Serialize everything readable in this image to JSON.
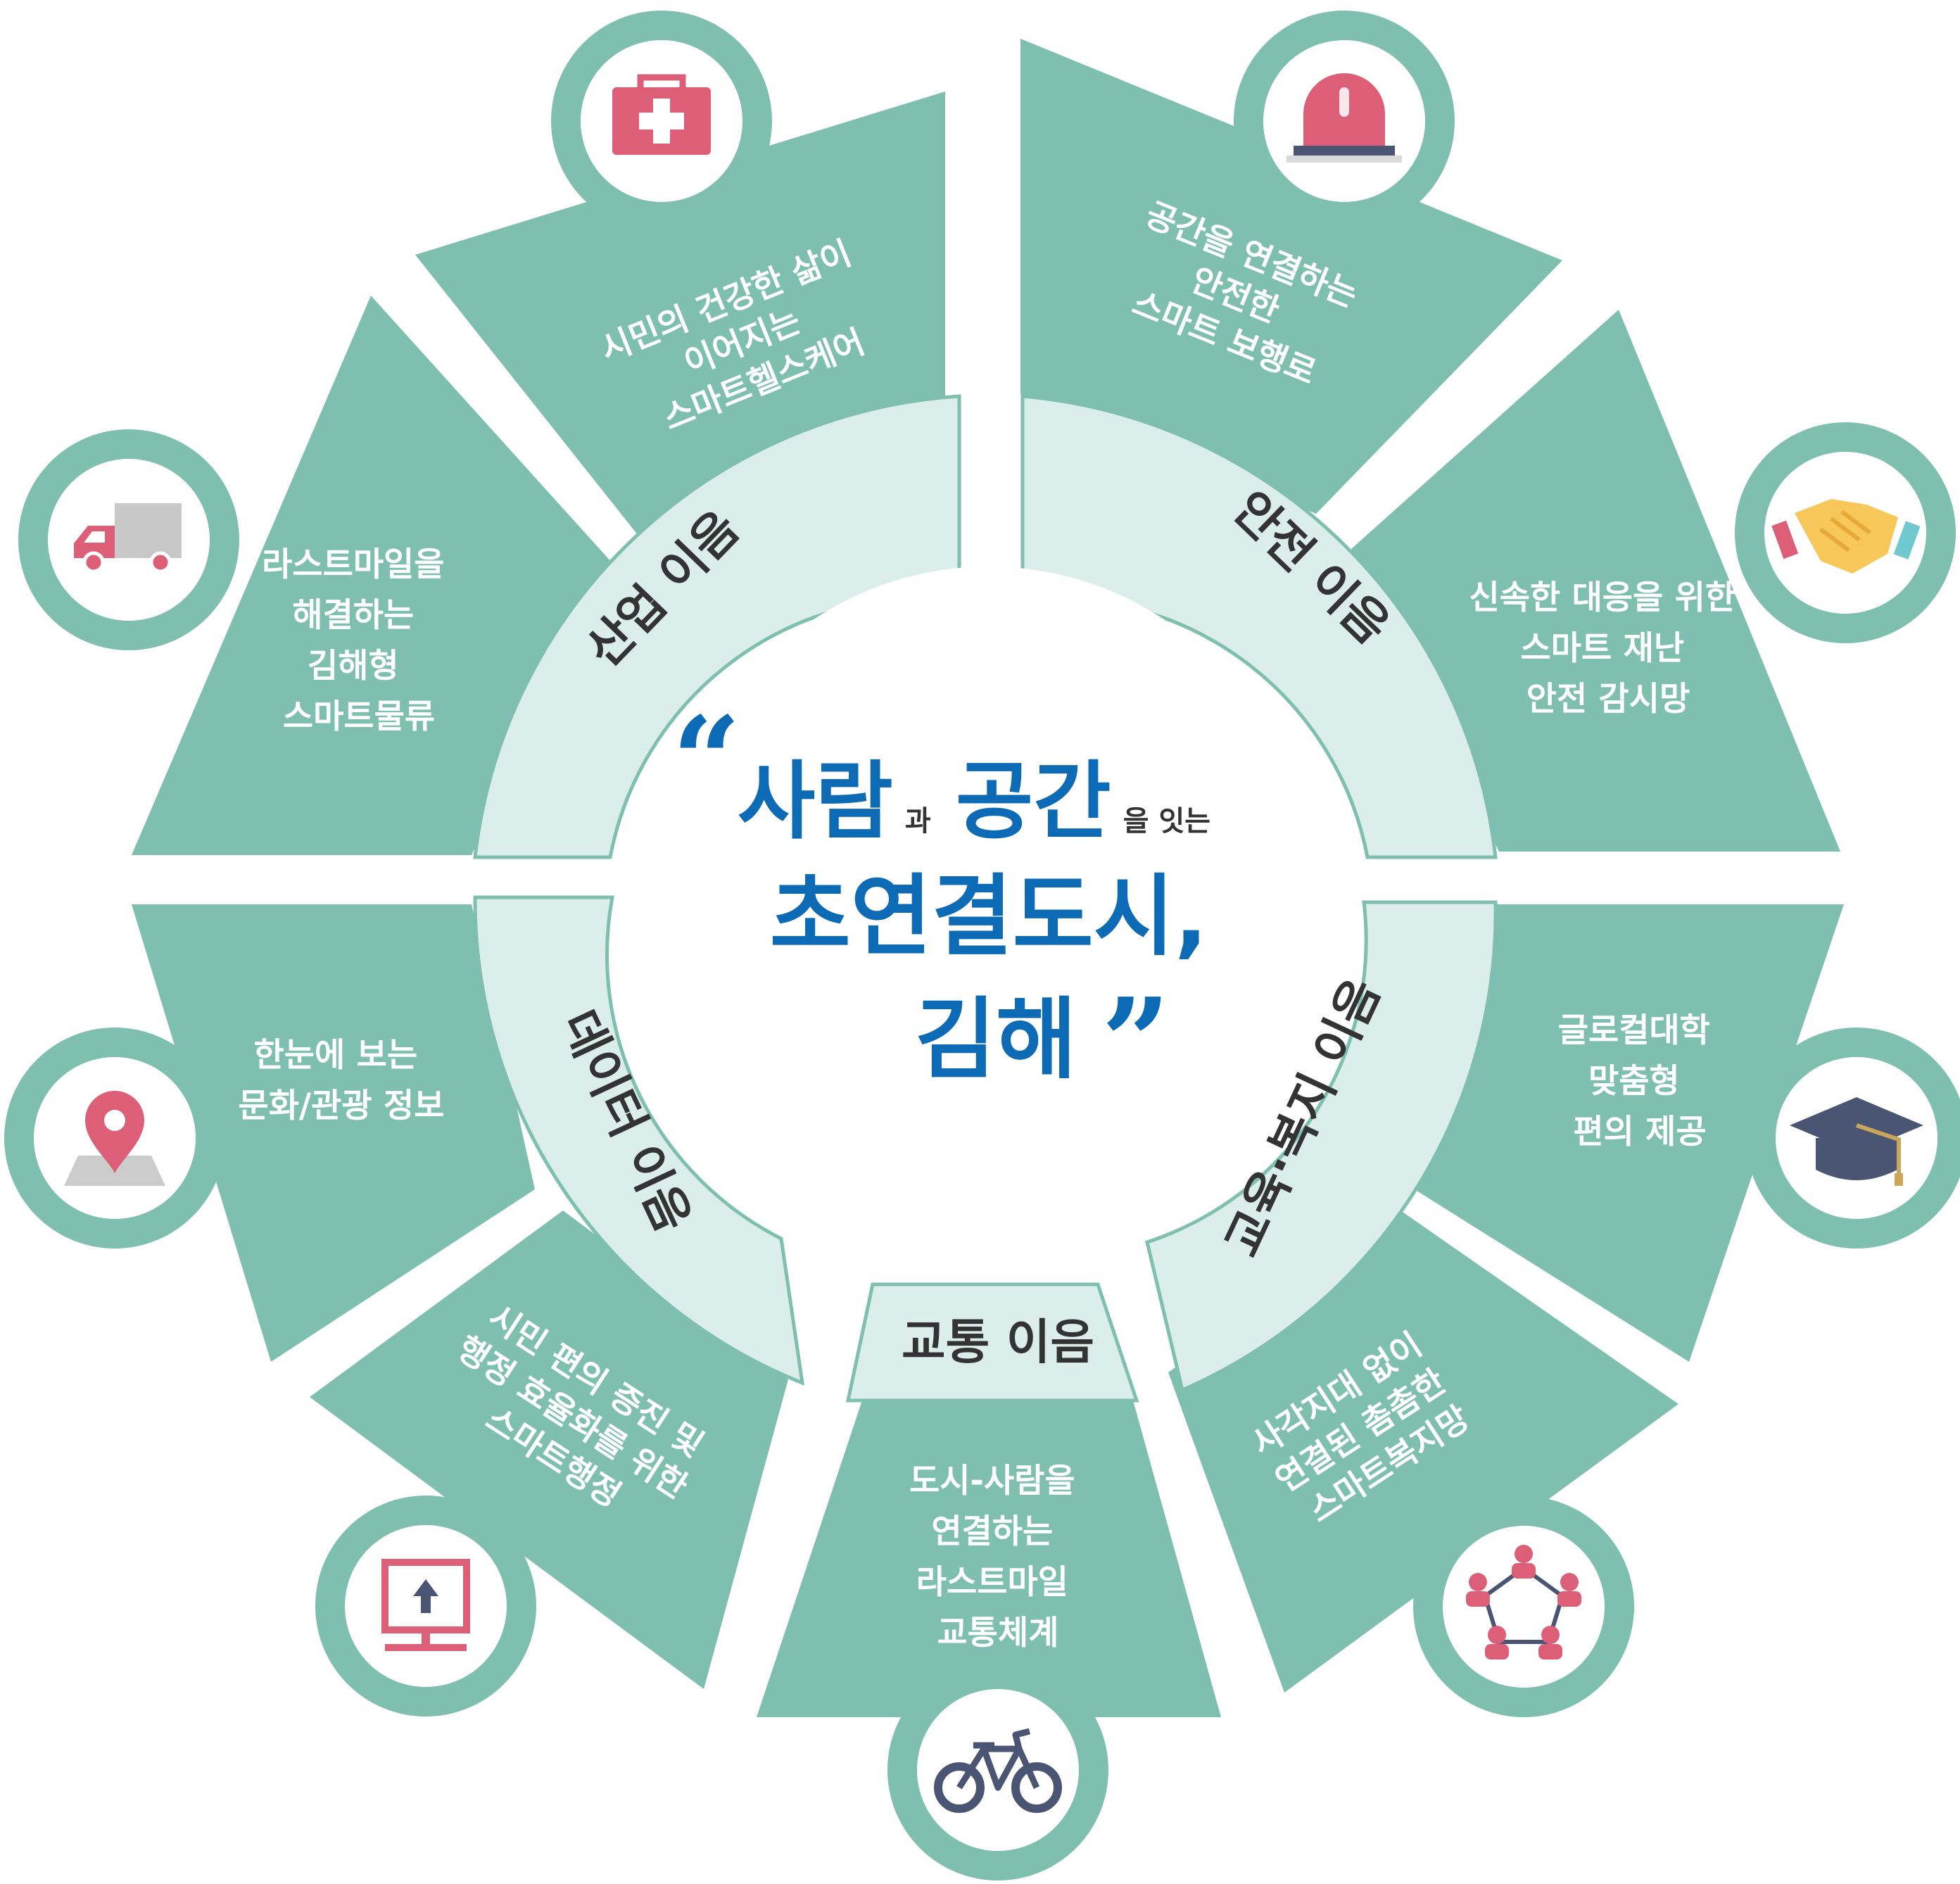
{
  "title": {
    "open_quote": "“",
    "word1": "사람",
    "particle1": "과",
    "word2": "공간",
    "particle2": "을 잇는",
    "line2": "초연결도시,",
    "line3": "김해",
    "close_quote": "”",
    "color": "#0d6ab5"
  },
  "colors": {
    "segment": "#7fbfb0",
    "ring": "#dbeee9",
    "icon_accent": "#dc5f77",
    "icon_dark": "#4a5573"
  },
  "ring_labels": {
    "industry": "산업 이음",
    "safety": "안전 이음",
    "education_welfare": "교육·복지 이음",
    "traffic": "교통 이음",
    "administration": "데이터 이음"
  },
  "segments": {
    "healthcare": {
      "lines": [
        "시민의 건강한 삶이",
        "이어지는",
        "스마트헬스케어"
      ],
      "icon": "first-aid-kit-icon"
    },
    "walkway": {
      "lines": [
        "공간을 연결하는",
        "안전한",
        "스마트 보행로"
      ],
      "icon": "siren-icon"
    },
    "disaster": {
      "lines": [
        "신속한 대응을 위한",
        "스마트 재난",
        "안전 감시망"
      ],
      "icon": "handshake-icon"
    },
    "university": {
      "lines": [
        "글로컬대학",
        "맞춤형",
        "편의 제공"
      ],
      "icon": "graduation-cap-icon"
    },
    "welfare": {
      "lines": [
        "사각지대 없이",
        "연결된 촘촘한",
        "스마트복지망"
      ],
      "icon": "people-network-icon"
    },
    "transport": {
      "lines": [
        "도시-사람을",
        "연결하는",
        "라스트마일",
        "교통체계"
      ],
      "icon": "bicycle-icon"
    },
    "admin": {
      "lines": [
        "시민 편의 증진 및",
        "행정 효율화를 위한",
        "스마트행정"
      ],
      "icon": "monitor-upload-icon"
    },
    "tourism": {
      "lines": [
        "한눈에 보는",
        "문화/관광 정보"
      ],
      "icon": "map-pin-icon"
    },
    "logistics": {
      "lines": [
        "라스트마일을",
        "해결하는",
        "김해형",
        "스마트물류"
      ],
      "icon": "truck-icon"
    }
  }
}
